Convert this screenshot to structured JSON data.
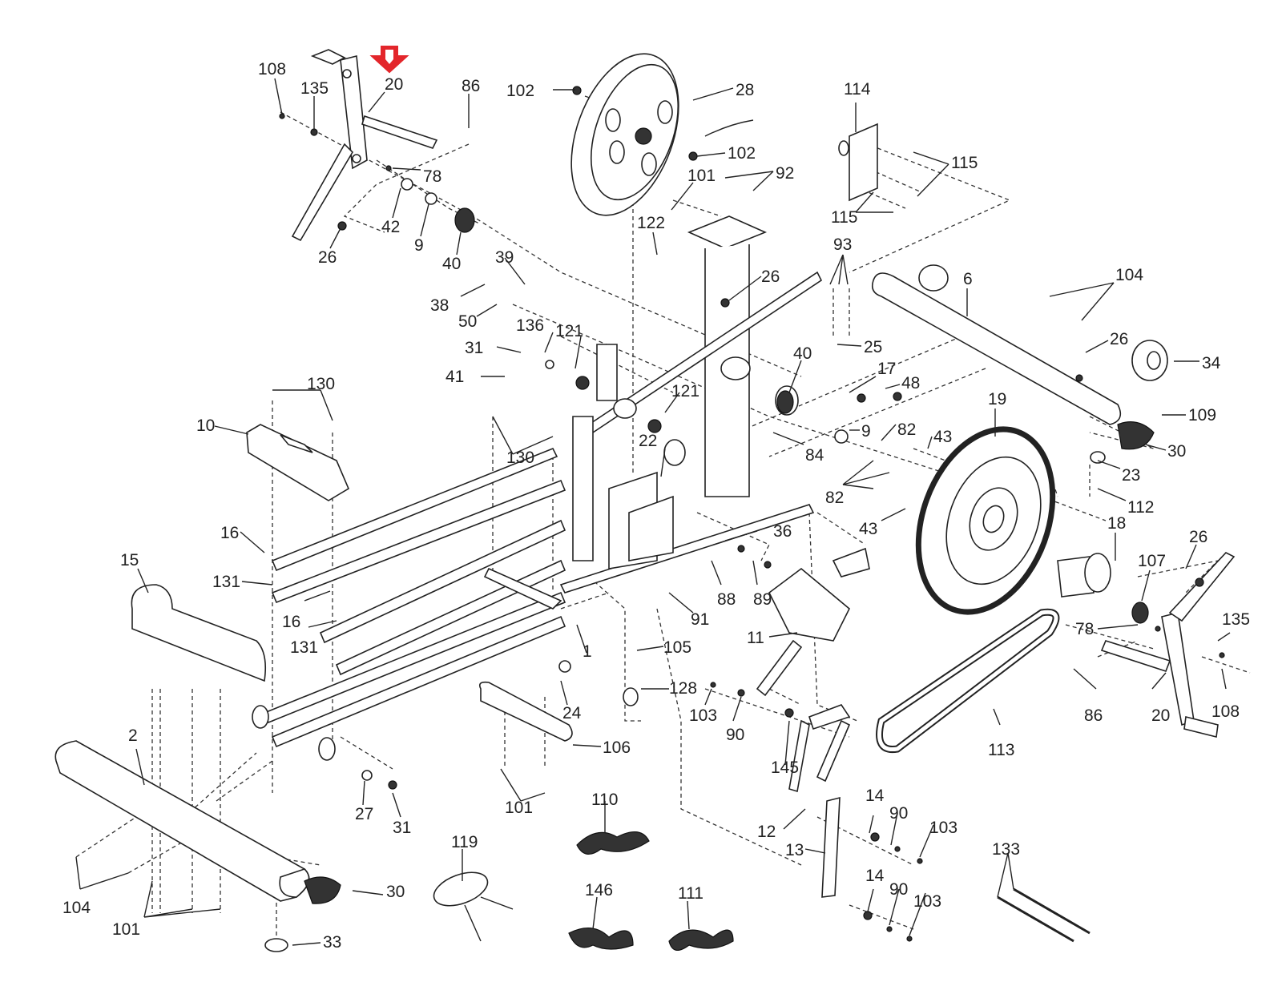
{
  "diagram": {
    "type": "exploded-parts-diagram",
    "subject": "elliptical / exercise bike frame assembly",
    "highlight": {
      "indicator": "down-arrow-marker",
      "color": "#e3262b",
      "target_part": "20"
    },
    "callouts": [
      {
        "id": "c108a",
        "text": "108"
      },
      {
        "id": "c135a",
        "text": "135"
      },
      {
        "id": "c20a",
        "text": "20"
      },
      {
        "id": "c86a",
        "text": "86"
      },
      {
        "id": "c78a",
        "text": "78"
      },
      {
        "id": "c42",
        "text": "42"
      },
      {
        "id": "c9a",
        "text": "9"
      },
      {
        "id": "c40a",
        "text": "40"
      },
      {
        "id": "c26a",
        "text": "26"
      },
      {
        "id": "c102a",
        "text": "102"
      },
      {
        "id": "c28",
        "text": "28"
      },
      {
        "id": "c102b",
        "text": "102"
      },
      {
        "id": "c101a",
        "text": "101"
      },
      {
        "id": "c92",
        "text": "92"
      },
      {
        "id": "c122",
        "text": "122"
      },
      {
        "id": "c26b",
        "text": "26"
      },
      {
        "id": "c114",
        "text": "114"
      },
      {
        "id": "c115a",
        "text": "115"
      },
      {
        "id": "c115b",
        "text": "115"
      },
      {
        "id": "c93",
        "text": "93"
      },
      {
        "id": "c6",
        "text": "6"
      },
      {
        "id": "c104a",
        "text": "104"
      },
      {
        "id": "c25",
        "text": "25"
      },
      {
        "id": "c26c",
        "text": "26"
      },
      {
        "id": "c34",
        "text": "34"
      },
      {
        "id": "c40b",
        "text": "40"
      },
      {
        "id": "c17",
        "text": "17"
      },
      {
        "id": "c48",
        "text": "48"
      },
      {
        "id": "c19",
        "text": "19"
      },
      {
        "id": "c109",
        "text": "109"
      },
      {
        "id": "c9b",
        "text": "9"
      },
      {
        "id": "c82a",
        "text": "82"
      },
      {
        "id": "c43a",
        "text": "43"
      },
      {
        "id": "c84",
        "text": "84"
      },
      {
        "id": "c30a",
        "text": "30"
      },
      {
        "id": "c23",
        "text": "23"
      },
      {
        "id": "c82b",
        "text": "82"
      },
      {
        "id": "c112",
        "text": "112"
      },
      {
        "id": "c43b",
        "text": "43"
      },
      {
        "id": "c18",
        "text": "18"
      },
      {
        "id": "c26d",
        "text": "26"
      },
      {
        "id": "c107",
        "text": "107"
      },
      {
        "id": "c78b",
        "text": "78"
      },
      {
        "id": "c135b",
        "text": "135"
      },
      {
        "id": "c86b",
        "text": "86"
      },
      {
        "id": "c20b",
        "text": "20"
      },
      {
        "id": "c108b",
        "text": "108"
      },
      {
        "id": "c113",
        "text": "113"
      },
      {
        "id": "c39",
        "text": "39"
      },
      {
        "id": "c38",
        "text": "38"
      },
      {
        "id": "c50",
        "text": "50"
      },
      {
        "id": "c136",
        "text": "136"
      },
      {
        "id": "c121a",
        "text": "121"
      },
      {
        "id": "c31a",
        "text": "31"
      },
      {
        "id": "c41",
        "text": "41"
      },
      {
        "id": "c121b",
        "text": "121"
      },
      {
        "id": "c22",
        "text": "22"
      },
      {
        "id": "c130a",
        "text": "130"
      },
      {
        "id": "c10",
        "text": "10"
      },
      {
        "id": "c130b",
        "text": "130"
      },
      {
        "id": "c16a",
        "text": "16"
      },
      {
        "id": "c131a",
        "text": "131"
      },
      {
        "id": "c16b",
        "text": "16"
      },
      {
        "id": "c131b",
        "text": "131"
      },
      {
        "id": "c15",
        "text": "15"
      },
      {
        "id": "c36",
        "text": "36"
      },
      {
        "id": "c88",
        "text": "88"
      },
      {
        "id": "c89",
        "text": "89"
      },
      {
        "id": "c91",
        "text": "91"
      },
      {
        "id": "c11",
        "text": "11"
      },
      {
        "id": "c1",
        "text": "1"
      },
      {
        "id": "c105",
        "text": "105"
      },
      {
        "id": "c128",
        "text": "128"
      },
      {
        "id": "c24",
        "text": "24"
      },
      {
        "id": "c103a",
        "text": "103"
      },
      {
        "id": "c90a",
        "text": "90"
      },
      {
        "id": "c145",
        "text": "145"
      },
      {
        "id": "c106",
        "text": "106"
      },
      {
        "id": "c2",
        "text": "2"
      },
      {
        "id": "c27",
        "text": "27"
      },
      {
        "id": "c31b",
        "text": "31"
      },
      {
        "id": "c101b",
        "text": "101"
      },
      {
        "id": "c110",
        "text": "110"
      },
      {
        "id": "c12",
        "text": "12"
      },
      {
        "id": "c14a",
        "text": "14"
      },
      {
        "id": "c90b",
        "text": "90"
      },
      {
        "id": "c103b",
        "text": "103"
      },
      {
        "id": "c13",
        "text": "13"
      },
      {
        "id": "c14b",
        "text": "14"
      },
      {
        "id": "c90c",
        "text": "90"
      },
      {
        "id": "c103c",
        "text": "103"
      },
      {
        "id": "c119",
        "text": "119"
      },
      {
        "id": "c146",
        "text": "146"
      },
      {
        "id": "c111",
        "text": "111"
      },
      {
        "id": "c133",
        "text": "133"
      },
      {
        "id": "c104b",
        "text": "104"
      },
      {
        "id": "c101c",
        "text": "101"
      },
      {
        "id": "c30b",
        "text": "30"
      },
      {
        "id": "c33",
        "text": "33"
      }
    ]
  }
}
